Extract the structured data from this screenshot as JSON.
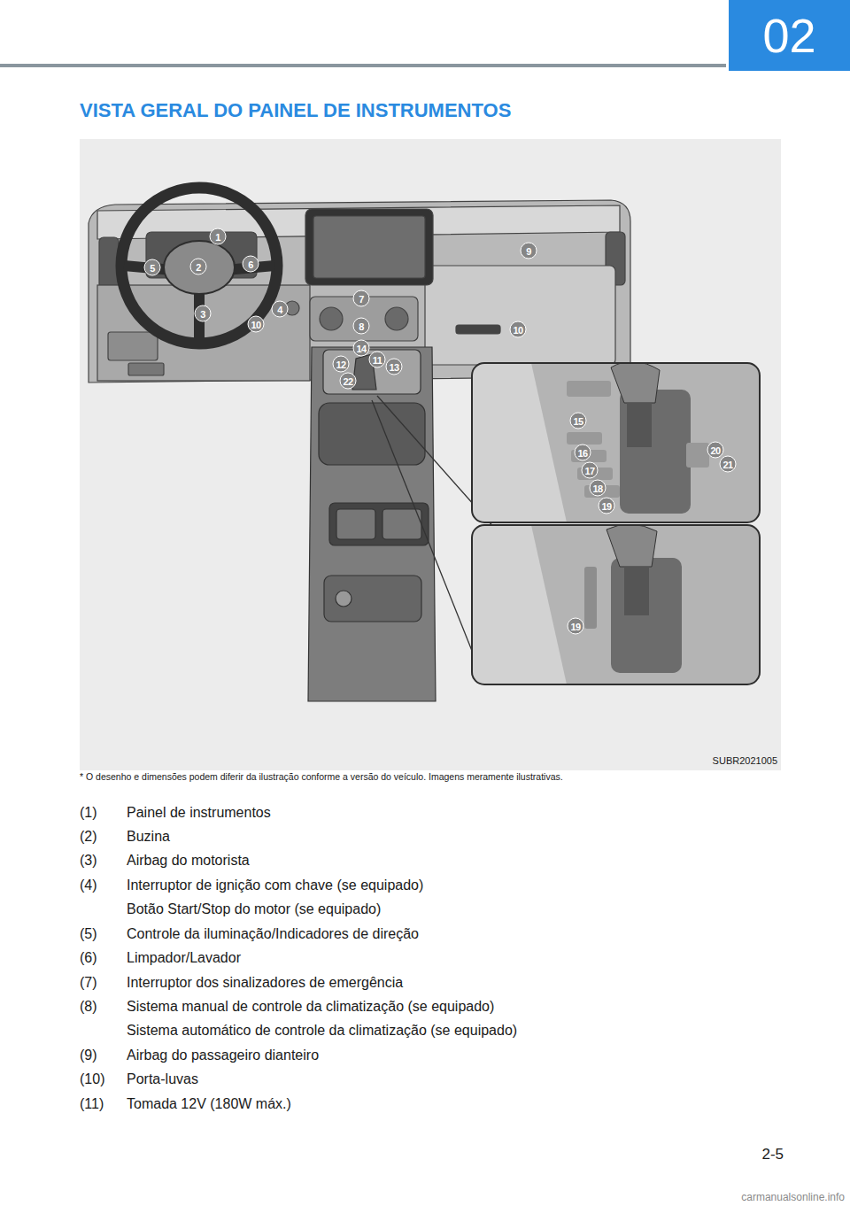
{
  "diagram": {
    "title": "VISTA GERAL DO PAINEL DE INSTRUMENTOS",
    "caption": "* O desenho e dimensões podem diferir da ilustração conforme a versão do veículo. Imagens meramente ilustrativas.",
    "nodes": [
      {
        "text": [
          "02"
        ]
      }
    ],
    "labels": [
      "1",
      "9",
      "5",
      "2",
      "6",
      "7",
      "4",
      "3",
      "10",
      "8",
      "10",
      "14",
      "12",
      "11",
      "13",
      "22",
      "15",
      "20",
      "16",
      "21",
      "17",
      "18",
      "19",
      "19",
      "SUBR2021005",
      "(1)",
      "Painel de instrumentos",
      "(2)",
      "Buzina",
      "(3)",
      "Airbag do motorista",
      "(4)",
      "Interruptor de ignição com chave (se equipado)",
      "Botão Start/Stop do motor (se equipado)",
      "(5)",
      "Controle da iluminação/Indicadores de direção",
      "(6)",
      "Limpador/Lavador",
      "(7)",
      "Interruptor dos sinalizadores de emergência",
      "(8)",
      "Sistema manual de controle da climatização (se equipado)",
      "Sistema automático de controle da climatização (se equipado)",
      "(9)",
      "Airbag do passageiro dianteiro",
      "(10)",
      "Porta-luvas",
      "(11)",
      "Tomada 12V (180W máx.)",
      "2-5",
      "carmanualsonline.info"
    ]
  }
}
